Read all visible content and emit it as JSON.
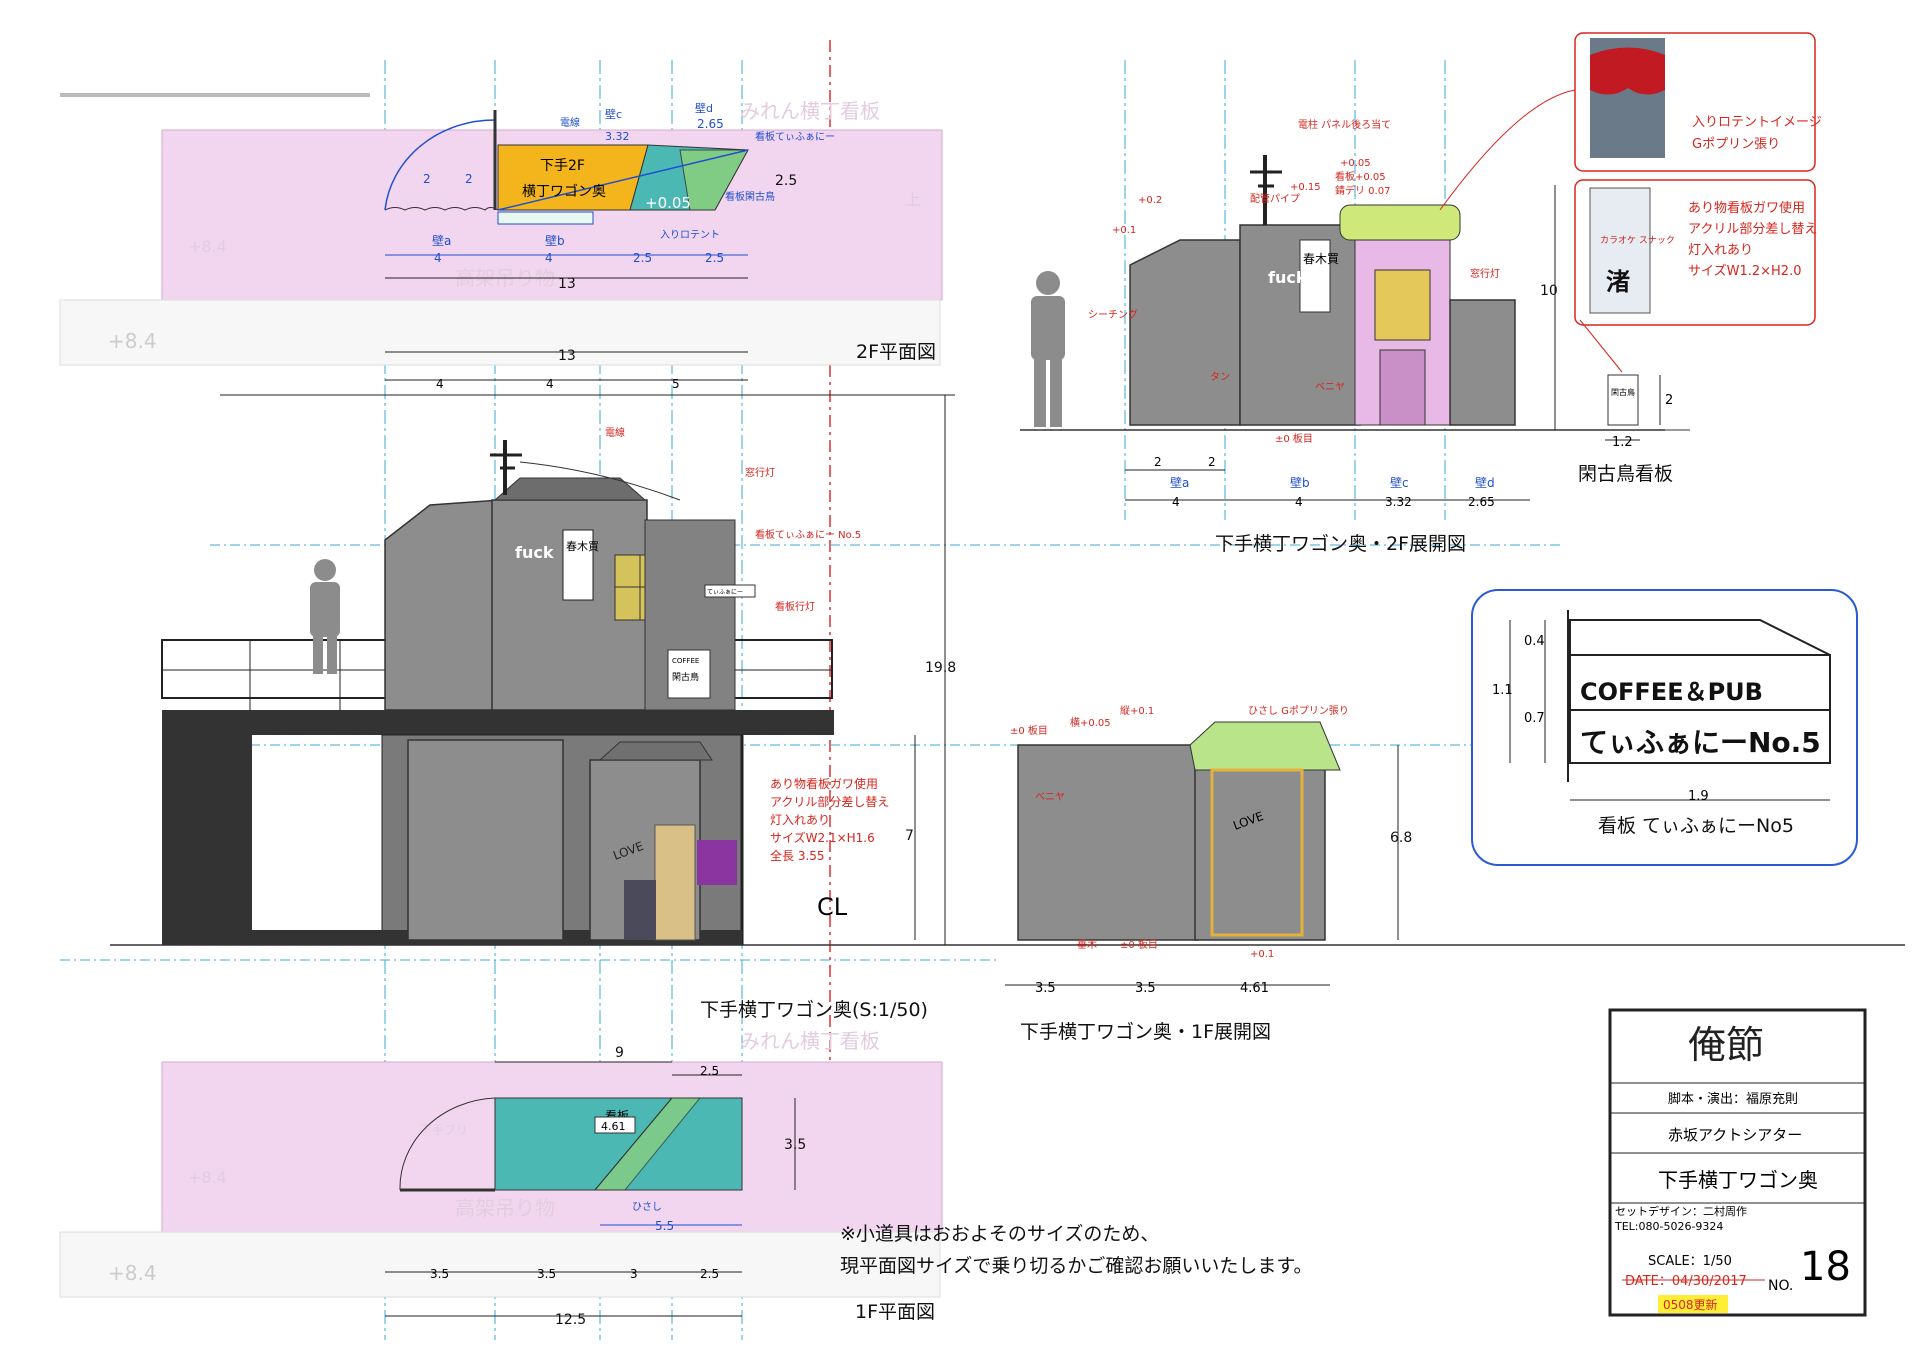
{
  "titles": {
    "plan2f": "2F平面図",
    "plan1f": "1F平面図",
    "main": "下手横丁ワゴン奥(S:1/50)",
    "elev2f": "下手横丁ワゴン奥・2F展開図",
    "elev1f": "下手横丁ワゴン奥・1F展開図",
    "sign_kanko": "閑古鳥看板",
    "sign_tiffany": "看板 てぃふぁにーNo5"
  },
  "plan2f": {
    "wall_labels": [
      "壁a",
      "壁b",
      "壁c",
      "壁d"
    ],
    "dims": {
      "a": "4",
      "b": "4",
      "c": "2.5",
      "d": "2.5",
      "total": "13",
      "sub_a1": "2",
      "sub_a2": "2",
      "depth": "2.5",
      "c_len": "3.32",
      "d_len": "2.65",
      "lower_total": "13",
      "lower_a": "4",
      "lower_b": "4",
      "lower_c": "5"
    },
    "room_label_1": "下手2F",
    "room_label_2": "横丁ワゴン奥",
    "level": "+0.05",
    "annotations": {
      "wire": "電線",
      "sign_tiffany": "看板てぃふぁにー",
      "sign_kanko": "看板閑古鳥",
      "tent": "入りロテント"
    },
    "bg_text_top": "みれん横丁看板",
    "bg_text_mid": "高架吊り物",
    "bg_level_1": "+8.4",
    "bg_level_2": "+8.4",
    "bg_small": "上"
  },
  "plan1f": {
    "dims": {
      "top": "9",
      "top_right": "2.5",
      "diag": "4.61",
      "depth": "3.5",
      "hisashi": "5.5",
      "b1": "3.5",
      "b2": "3.5",
      "b3": "3",
      "b4": "2.5",
      "total": "12.5"
    },
    "sign": "看板",
    "hisashi": "ひさし",
    "bg_text_top": "みれん横丁看板",
    "bg_text_mid": "高架吊り物",
    "bg_level_1": "+8.4",
    "bg_level_2": "+8.4",
    "bg_label": "下手ブリ"
  },
  "main_elev": {
    "height_total": "19.8",
    "height_1f": "7",
    "annotations": {
      "wire": "電線",
      "window_light": "窓行灯",
      "sign_no5": "看板てぃふぁにー No.5",
      "sign_light": "看板行灯"
    },
    "note_lines": [
      "あり物看板ガワ使用",
      "アクリル部分差し替え",
      "灯入れあり",
      "サイズW2.1×H1.6",
      "全長 3.55"
    ],
    "graffiti": "fuck",
    "shop_sign": "春木買",
    "coffee": "COFFEE",
    "bird": "閑古鳥",
    "tiffany_small": "てぃふぁにー",
    "love": "LOVE",
    "cl": "CL"
  },
  "elev2f": {
    "annotations": {
      "pole": "電柱 パネル後ろ当て",
      "pipe": "配管パイプ",
      "sign_level": "看板+0.05",
      "rust": "錆デリ 0.07",
      "sheeting": "シーチング",
      "window": "窓行灯",
      "floor": "±0 板目",
      "plywood": "ベニヤ",
      "tan": "タン"
    },
    "levels": {
      "a": "+0.2",
      "b": "+0.1",
      "c": "+0.15",
      "d": "+0.05"
    },
    "height": "10",
    "dims": {
      "a": "4",
      "b": "4",
      "c": "3.32",
      "d": "2.65",
      "sub1": "2",
      "sub2": "2"
    },
    "wall_labels": [
      "壁a",
      "壁b",
      "壁c",
      "壁d"
    ]
  },
  "elev1f": {
    "annotations": {
      "floor_left": "±0 板目",
      "lateral": "横+0.05",
      "vertical": "縦+0.1",
      "awning": "ひさし Gポプリン張り",
      "gray_wood": "垂木",
      "floor_mid": "±0 板目",
      "level": "+0.1",
      "plywood": "ベニヤ"
    },
    "height": "6.8",
    "dims": {
      "a": "3.5",
      "b": "3.5",
      "c": "4.61"
    }
  },
  "kanko": {
    "dims": {
      "h": "2",
      "w": "1.2"
    },
    "text": "閑古鳥"
  },
  "callouts": {
    "tent": [
      "入りロテントイメージ",
      "Gポプリン張り"
    ],
    "sign": [
      "あり物看板ガワ使用",
      "アクリル部分差し替え",
      "灯入れあり",
      "サイズW1.2×H2.0"
    ],
    "sign_photo": "渚",
    "sign_photo_sub": "カラオケ スナック"
  },
  "tiffany": {
    "dims": {
      "top": "0.4",
      "mid": "0.7",
      "total": "1.1",
      "width": "1.9"
    },
    "line1": "COFFEE＆PUB",
    "line2": "てぃふぁにーNo.5"
  },
  "note": [
    "※小道具はおおよそのサイズのため、",
    "現平面図サイズで乗り切るかご確認お願いいたします。"
  ],
  "titleblock": {
    "show": "俺節",
    "director": "脚本・演出：福原充則",
    "theater": "赤坂アクトシアター",
    "scene": "下手横丁ワゴン奥",
    "designer": "セットデザイン：二村周作",
    "tel": "TEL:080-5026-9324",
    "scale": "SCALE：1/50",
    "date": "DATE：04/30/2017",
    "no_label": "NO.",
    "no": "18",
    "update": "0508更新"
  },
  "colors": {
    "orange": "#f4b41c",
    "teal": "#4cb8b4",
    "green": "#8fd17a",
    "pink": "#f2d6ef",
    "blue": "#2b5ad6",
    "red": "#d8251d"
  }
}
